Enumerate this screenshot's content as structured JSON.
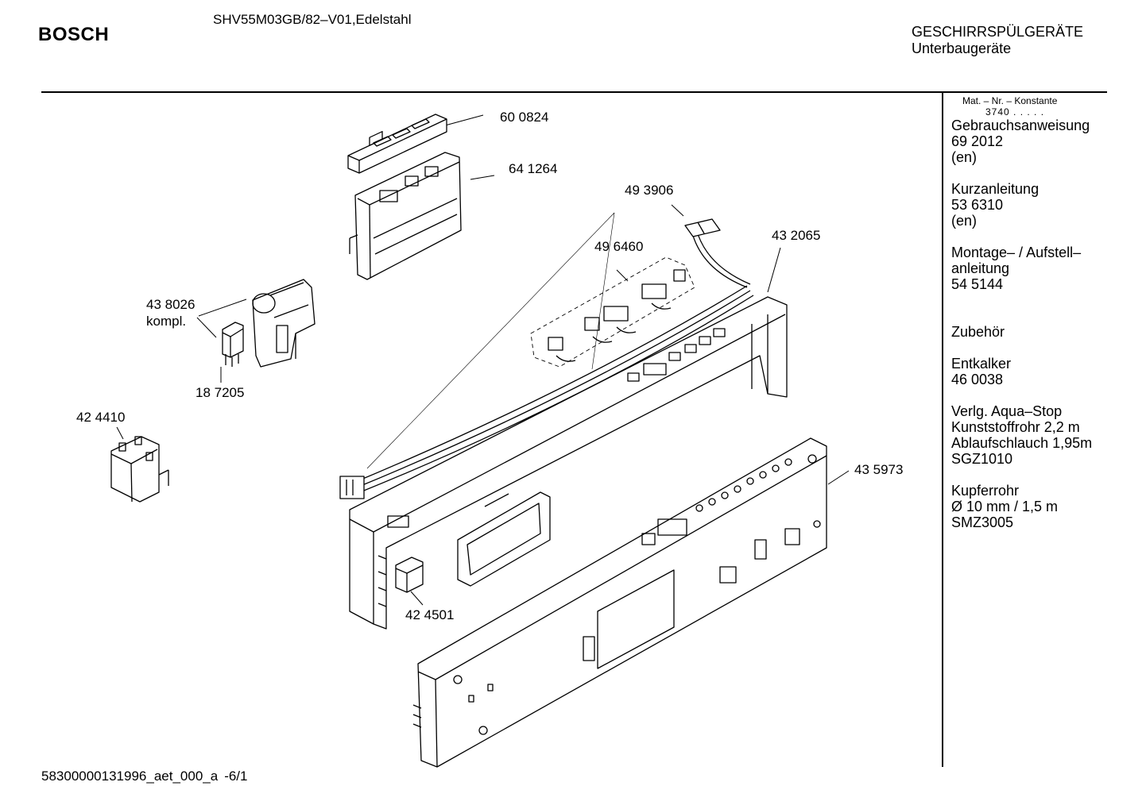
{
  "header": {
    "brand": "BOSCH",
    "model": "SHV55M03GB/82–V01,Edelstahl",
    "category": "GESCHIRRSPÜLGERÄTE",
    "subcategory": "Unterbaugeräte"
  },
  "sidebar": {
    "mat_label": "Mat. – Nr. – Konstante",
    "mat_value": "3740 .  .  .  .  .",
    "gebrauch": {
      "title": "Gebrauchsanweisung",
      "number": "69 2012",
      "lang": "(en)"
    },
    "kurz": {
      "title": "Kurzanleitung",
      "number": "53 6310",
      "lang": "(en)"
    },
    "montage": {
      "title": "Montage– / Aufstell–",
      "title2": "anleitung",
      "number": "54 5144"
    },
    "zubehoer": "Zubehör",
    "entkalker": {
      "title": "Entkalker",
      "number": "46 0038"
    },
    "aquastop": {
      "title": "Verlg. Aqua–Stop",
      "line2": "Kunststoffrohr 2,2 m",
      "line3": "Ablaufschlauch 1,95m",
      "number": "SGZ1010"
    },
    "kupfer": {
      "title": "Kupferrohr",
      "line2": "Ø 10 mm / 1,5 m",
      "number": "SMZ3005"
    }
  },
  "parts": {
    "p600824": "60 0824",
    "p641264": "64 1264",
    "p493906": "49 3906",
    "p432065": "43 2065",
    "p496460": "49 6460",
    "p438026": "43 8026",
    "kompl": "kompl.",
    "p187205": "18 7205",
    "p424410": "42 4410",
    "p435973": "43 5973",
    "p424501": "42 4501"
  },
  "footer": {
    "doc_id": "58300000131996_aet_000_a",
    "sheet": "-6/1"
  }
}
